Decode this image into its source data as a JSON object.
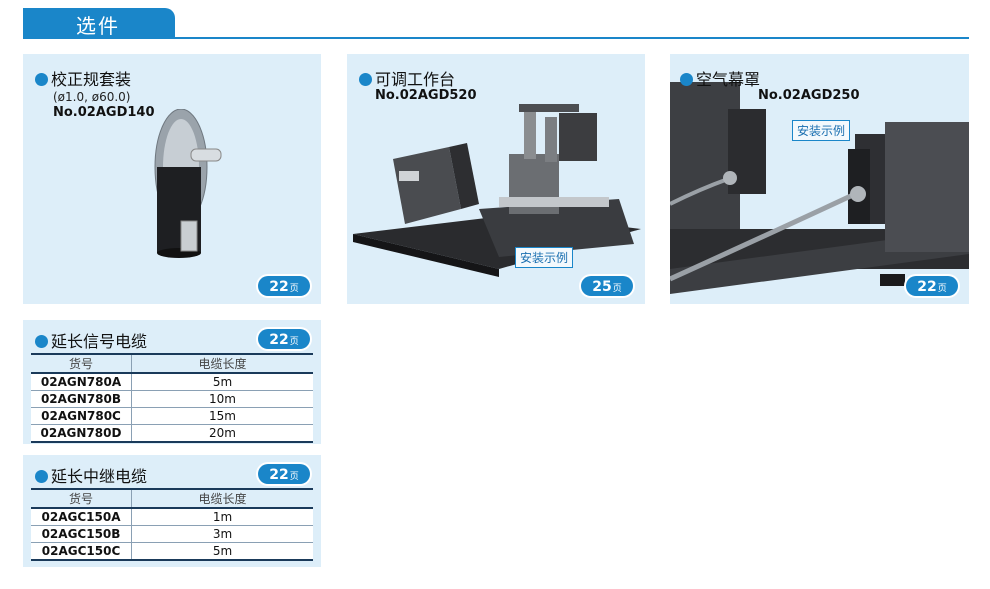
{
  "header": {
    "title": "选件"
  },
  "panels": [
    {
      "title": "校正规套装",
      "sub": "(ø1.0, ø60.0)",
      "model": "No.02AGD140",
      "page": "22",
      "page_unit": "页"
    },
    {
      "title": "可调工作台",
      "model": "No.02AGD520",
      "example": "安装示例",
      "page": "25",
      "page_unit": "页"
    },
    {
      "title": "空气幕罩",
      "model": "No.02AGD250",
      "example": "安装示例",
      "page": "22",
      "page_unit": "页"
    }
  ],
  "cable_signal": {
    "title": "延长信号电缆",
    "page": "22",
    "page_unit": "页",
    "headers": [
      "货号",
      "电缆长度"
    ],
    "rows": [
      [
        "02AGN780A",
        "5m"
      ],
      [
        "02AGN780B",
        "10m"
      ],
      [
        "02AGN780C",
        "15m"
      ],
      [
        "02AGN780D",
        "20m"
      ]
    ]
  },
  "cable_relay": {
    "title": "延长中继电缆",
    "page": "22",
    "page_unit": "页",
    "headers": [
      "货号",
      "电缆长度"
    ],
    "rows": [
      [
        "02AGC150A",
        "1m"
      ],
      [
        "02AGC150B",
        "3m"
      ],
      [
        "02AGC150C",
        "5m"
      ]
    ]
  },
  "colors": {
    "accent": "#1a86c9",
    "panel_bg": "#ddeef9"
  },
  "icons": [
    "bullet-dot",
    "calibration-gauge-photo",
    "adjustable-stage-photo",
    "air-curtain-photo"
  ]
}
